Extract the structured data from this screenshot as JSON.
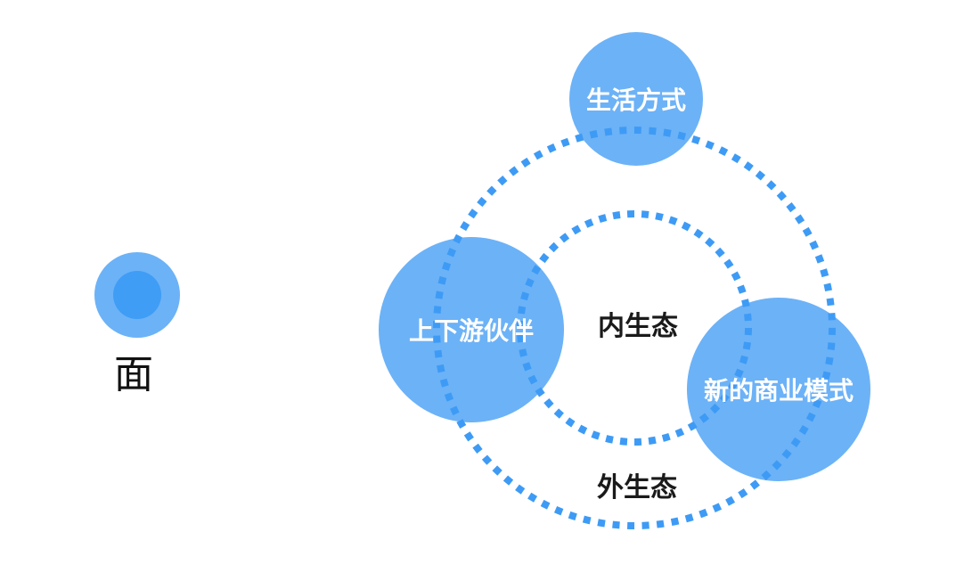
{
  "palette": {
    "background": "#FFFFFF",
    "node_fill": "#6CB2F7",
    "dot_stroke": "#3E9BF5",
    "legend_icon_outer": "#6CB2F7",
    "legend_icon_inner": "#3F9DF6",
    "dark_text": "#1A1A1A",
    "light_text": "#FFFFFF"
  },
  "legend": {
    "icon": "concentric-circles-icon",
    "label": "面"
  },
  "diagram": {
    "nodes": [
      {
        "id": "lifestyle",
        "label": "生活方式",
        "position": "top"
      },
      {
        "id": "partners",
        "label": "上下游伙伴",
        "position": "left"
      },
      {
        "id": "business-model",
        "label": "新的商业模式",
        "position": "right"
      }
    ],
    "rings": [
      {
        "id": "inner-ecosystem",
        "label": "内生态",
        "style": "dotted"
      },
      {
        "id": "outer-ecosystem",
        "label": "外生态",
        "style": "dotted"
      }
    ]
  }
}
